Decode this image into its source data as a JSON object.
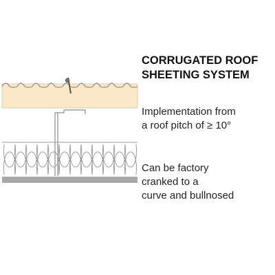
{
  "title": "CORRUGATED ROOF\nSHEETING SYSTEM",
  "note_pitch": "Implementation from\na roof pitch of ≥ 10°",
  "note_curve": "Can be factory\ncranked to a\ncurve and bullnosed",
  "icons": {
    "fastener": "screw-icon"
  },
  "colors": {
    "timber_layer": "#fbe8c6",
    "corrugation_line": "#9a9a9a",
    "insulation_line": "#9a9a9a",
    "base_sheet": "#a8a8a8",
    "purlin": "#8c8c8c"
  }
}
